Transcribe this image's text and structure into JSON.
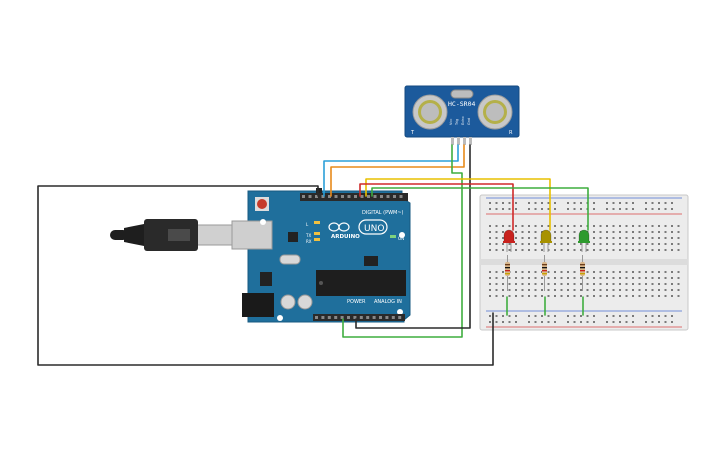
{
  "sensor": {
    "model": "HC-SR04",
    "pin_labels": [
      "Vcc",
      "Trig",
      "Echo",
      "Gnd"
    ],
    "side_left": "T",
    "side_right": "R"
  },
  "arduino": {
    "brand": "ARDUINO",
    "model": "UNO",
    "digital_label": "DIGITAL (PWM~)",
    "power_label": "POWER",
    "analog_label": "ANALOG IN",
    "tx_label": "TX",
    "rx_label": "RX",
    "l_label": "L",
    "on_label": "ON"
  },
  "colors": {
    "board": "#1f6f9c",
    "sensor_board": "#1c5a9c",
    "breadboard": "#ececec",
    "wire_black": "#2b2b2b",
    "wire_green": "#3fad3f",
    "wire_yellow": "#e8c000",
    "wire_red": "#cf2a2a",
    "wire_orange": "#e88a1a",
    "wire_blue": "#2b9fd8",
    "led_red": "#c8221e",
    "led_yellow": "#a89200",
    "led_green": "#2d9a2d"
  },
  "leds": [
    {
      "name": "red",
      "color": "#c8221e"
    },
    {
      "name": "yellow",
      "color": "#a89200"
    },
    {
      "name": "green",
      "color": "#2d9a2d"
    }
  ]
}
